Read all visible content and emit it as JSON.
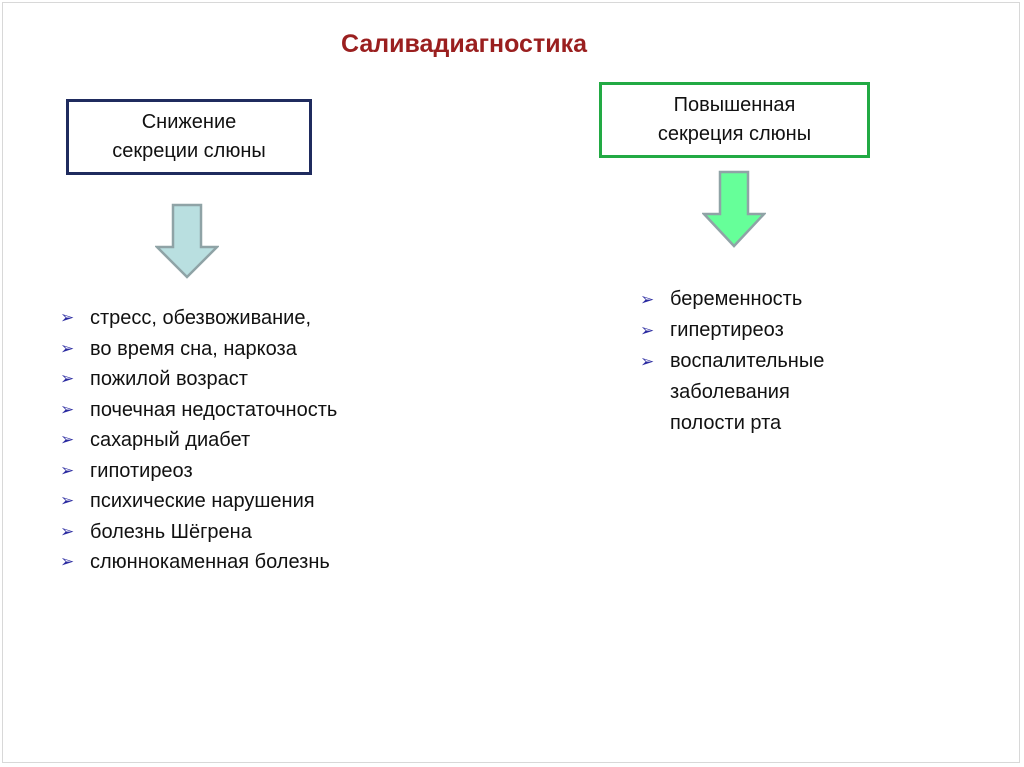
{
  "title": "Саливадиагностика",
  "left": {
    "heading_lines": [
      "Снижение",
      "секреции слюны"
    ],
    "items": [
      "стресс, обезвоживание,",
      "во время сна, наркоза",
      "пожилой возраст",
      "почечная недостаточность",
      "сахарный диабет",
      "гипотиреоз",
      "психические нарушения",
      "болезнь Шёгрена",
      "слюннокаменная болезнь"
    ]
  },
  "right": {
    "heading_lines": [
      "Повышенная",
      "секреция слюны"
    ],
    "items": [
      "беременность",
      "гипертиреоз",
      "воспалительные\nзаболевания\nполости рта"
    ]
  },
  "bullet": "➢",
  "colors": {
    "title": "#9a1f1f",
    "left_border": "#1f2b5e",
    "right_border": "#22aa44",
    "left_arrow": "#b9dfe0",
    "right_arrow": "#66ff99"
  }
}
